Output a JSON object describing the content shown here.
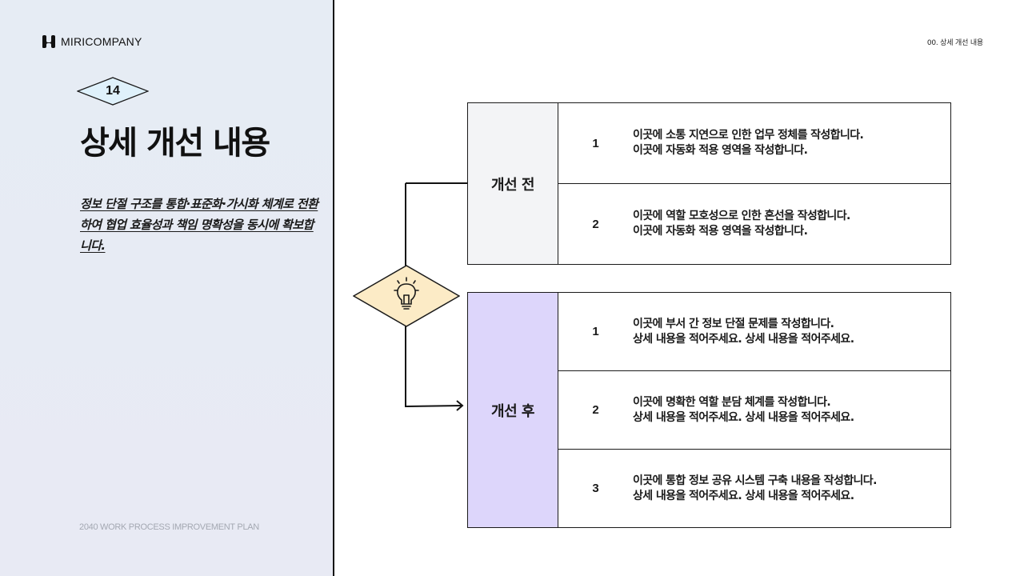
{
  "brand": {
    "logo_text": "MIRICOMPANY"
  },
  "header": {
    "section_label": "00. 상세 개선 내용"
  },
  "page": {
    "number": "14",
    "title": "상세 개선 내용",
    "subtitle": "정보 단절 구조를 통합·표준화·가시화 체계로 전환하여 협업 효율성과 책임 명확성을 동시에 확보합니다.",
    "footer": "2040 WORK PROCESS IMPROVEMENT PLAN"
  },
  "diagram": {
    "center_icon": "lightbulb-icon",
    "colors": {
      "before_header_bg": "#f3f4f6",
      "after_header_bg": "#ddd6fb",
      "diamond_fill": "#fcebc6",
      "left_panel_bg": "#e6ecf4",
      "badge_fill": "#dff1fb"
    },
    "before": {
      "label": "개선 전",
      "rows": [
        {
          "num": "1",
          "line1": "이곳에 소통 지연으로 인한 업무 정체를 작성합니다.",
          "line2": "이곳에 자동화 적용 영역을 작성합니다."
        },
        {
          "num": "2",
          "line1": "이곳에 역할 모호성으로 인한 혼선을 작성합니다.",
          "line2": "이곳에 자동화 적용 영역을 작성합니다."
        }
      ]
    },
    "after": {
      "label": "개선 후",
      "rows": [
        {
          "num": "1",
          "line1": "이곳에 부서 간 정보 단절 문제를 작성합니다.",
          "line2": "상세 내용을 적어주세요. 상세 내용을 적어주세요."
        },
        {
          "num": "2",
          "line1": "이곳에 명확한 역할 분담 체계를 작성합니다.",
          "line2": "상세 내용을 적어주세요. 상세 내용을 적어주세요."
        },
        {
          "num": "3",
          "line1": "이곳에 통합 정보 공유 시스템 구축 내용을 작성합니다.",
          "line2": "상세 내용을 적어주세요. 상세 내용을 적어주세요."
        }
      ]
    }
  }
}
